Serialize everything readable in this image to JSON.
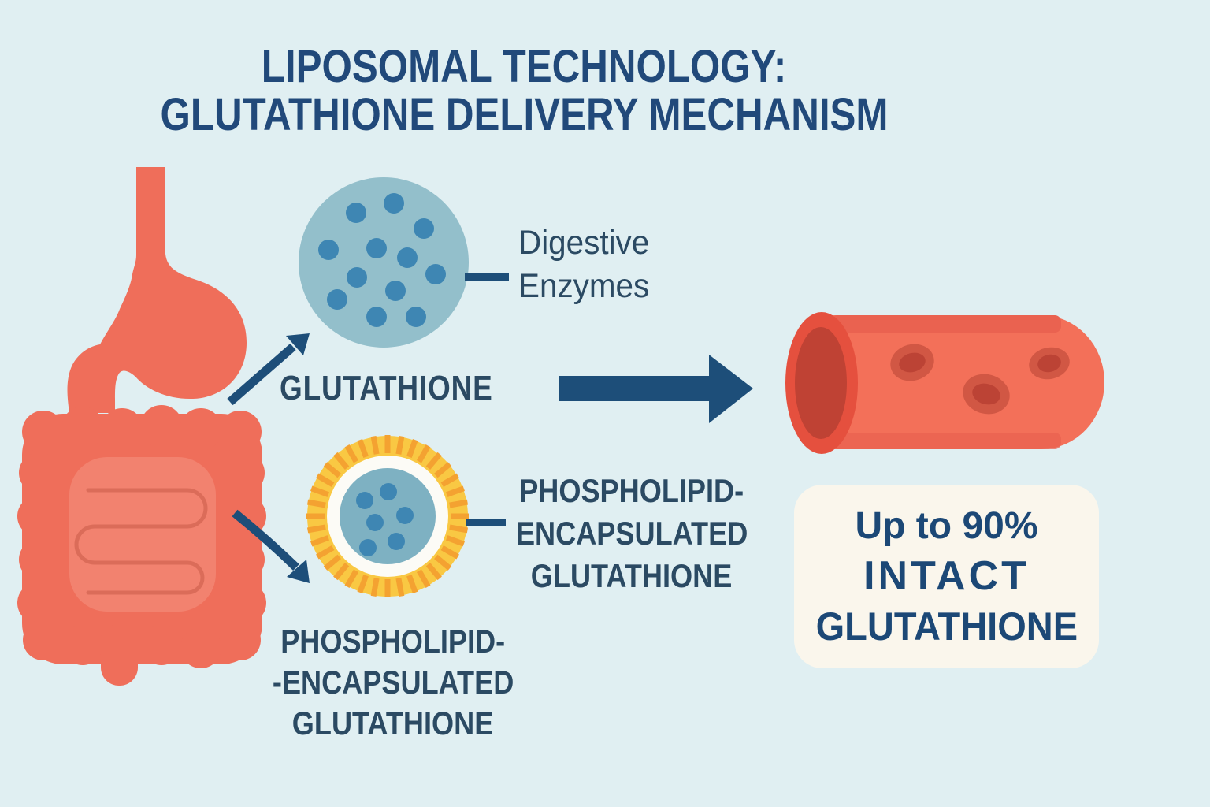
{
  "page": {
    "background_color": "#E0EFF2",
    "text_color": "#24476B",
    "arrow_color": "#1D4E79"
  },
  "title": {
    "line1": "LIPOSOMAL TECHNOLOGY:",
    "line2": "GLUTATHIONE DELIVERY MECHANISM",
    "color": "#21497A"
  },
  "labels": {
    "digestive_enzymes_line1": "Digestive",
    "digestive_enzymes_line2": "Enzymes",
    "glutathione": "GLUTATHIONE",
    "encapsulated_right_line1": "PHOSPHOLIPID-",
    "encapsulated_right_line2": "ENCAPSULATED",
    "encapsulated_right_line3": "GLUTATHIONE",
    "encapsulated_bottom_line1": "PHOSPHOLIPID-",
    "encapsulated_bottom_line2": "-ENCAPSULATED",
    "encapsulated_bottom_line3": "GLUTATHIONE"
  },
  "result_box": {
    "line1": "Up to 90%",
    "line2": "INTACT",
    "line3": "GLUTATHIONE",
    "background": "#FAF6EC",
    "text_color": "#1C4876"
  },
  "icons": {
    "digestive_tract": "stomach-intestines-icon",
    "enzyme_vesicle": "digestive-enzymes-circle-icon",
    "liposome": "liposome-circle-icon",
    "blood_vessel": "blood-vessel-icon",
    "flow_arrow": "arrow-right-icon"
  },
  "colors": {
    "organ_coral": "#EF6E5A",
    "organ_inner_coral": "#F2826F",
    "organ_fold_stroke": "#DB6C59",
    "enzyme_circle_fill": "#93BFCB",
    "particle_blue": "#3E86B3",
    "liposome_ring_yellow": "#F9C843",
    "liposome_spoke_orange": "#F4A231",
    "liposome_inner_ring_white": "#FCFBF6",
    "liposome_core_teal": "#7EB1C2",
    "vessel_coral": "#F37059",
    "vessel_shade": "#EA6250",
    "vessel_opening_rim": "#E5503E",
    "vessel_opening_inner": "#BF4234",
    "blood_cell_outer": "#D15744",
    "blood_cell_inner": "#BC4335"
  }
}
